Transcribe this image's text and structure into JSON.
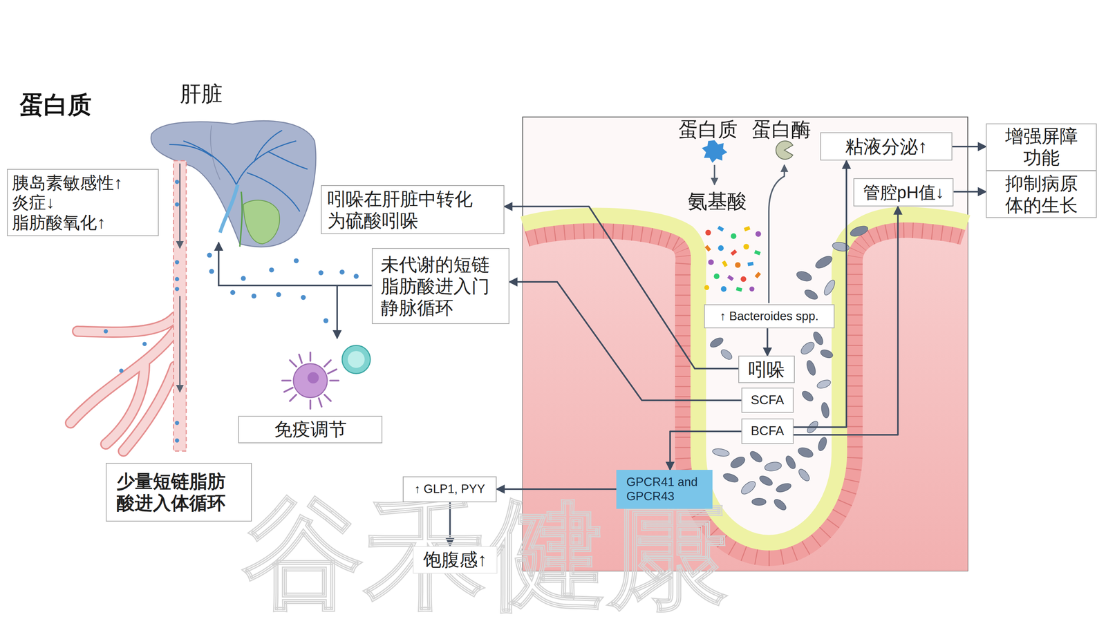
{
  "diagram": {
    "title": "蛋白质",
    "nodes": [
      {
        "text": [
          "胰岛素敏感性↑ 炎症↓ 脂肪酸氧化↑"
        ]
      },
      {
        "text": [
          "吲哚在肝脏中转化为硫酸吲哚"
        ]
      },
      {
        "text": [
          "未代谢的短链脂肪酸进入门静脉循环"
        ]
      },
      {
        "text": [
          "免疫调节"
        ]
      },
      {
        "text": [
          "少量短链脂肪酸进入体循环"
        ]
      },
      {
        "text": [
          "粘液分泌↑"
        ]
      },
      {
        "text": [
          "增强屏障功能"
        ]
      },
      {
        "text": [
          "管腔pH值↓"
        ]
      },
      {
        "text": [
          "抑制病原体的生长"
        ]
      },
      {
        "text": [
          "↑ Bacteroides spp."
        ]
      },
      {
        "text": [
          "吲哚"
        ]
      },
      {
        "text": [
          "SCFA"
        ]
      },
      {
        "text": [
          "BCFA"
        ]
      },
      {
        "text": [
          "GPCR41 and GPCR43"
        ]
      },
      {
        "text": [
          "↑ GLP1, PYY"
        ]
      },
      {
        "text": [
          "饱腹感↑"
        ]
      }
    ],
    "edges": [
      {
        "from": 10,
        "to": 1,
        "arrow": "to"
      },
      {
        "from": 11,
        "to": 2,
        "arrow": "to"
      },
      {
        "from": 12,
        "to": 13,
        "arrow": "to"
      },
      {
        "from": 12,
        "to": 5,
        "arrow": "to"
      },
      {
        "from": 12,
        "to": 7,
        "arrow": "to"
      },
      {
        "from": 5,
        "to": 6,
        "arrow": "to"
      },
      {
        "from": 7,
        "to": 8,
        "arrow": "to"
      },
      {
        "from": 13,
        "to": 14,
        "arrow": "to"
      },
      {
        "from": 14,
        "to": 15,
        "arrow": "to"
      },
      {
        "from": 9,
        "to": 10,
        "arrow": "to"
      }
    ],
    "labels": [
      "肝脏",
      "蛋白质",
      "蛋白酶",
      "氨基酸",
      "谷禾健康"
    ]
  }
}
